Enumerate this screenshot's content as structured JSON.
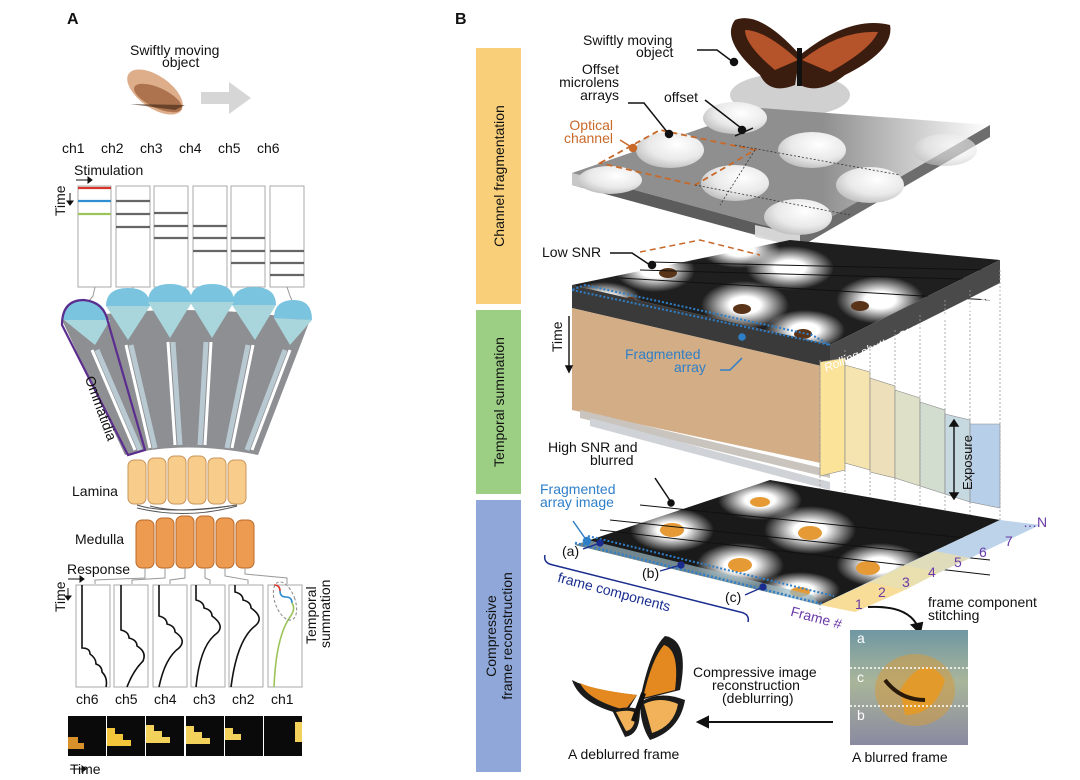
{
  "panel_a": {
    "letter": "A",
    "object_label_line1": "Swiftly moving",
    "object_label_line2": "object",
    "channels": [
      "ch1",
      "ch2",
      "ch3",
      "ch4",
      "ch5",
      "ch6"
    ],
    "channels_reversed": [
      "ch6",
      "ch5",
      "ch4",
      "ch3",
      "ch2",
      "ch1"
    ],
    "stimulation_label": "Stimulation",
    "time_label": "Time",
    "ommatidia_label": "Ommatidia",
    "lamina_label": "Lamina",
    "medulla_label": "Medulla",
    "response_label": "Response",
    "temporal_summation_line1": "Temporal",
    "temporal_summation_line2": "summation",
    "bottom_time_label": "Time",
    "stim_colors": [
      "#d9342b",
      "#2f8fd0",
      "#9cc45a"
    ],
    "ommatidia_color": "#5b2d8e"
  },
  "panel_b": {
    "letter": "B",
    "stages": [
      {
        "label": "Channel fragmentation",
        "color": "#f9cf7a"
      },
      {
        "label": "Temporal summation",
        "color": "#9ccf84"
      },
      {
        "label_line1": "Compressive",
        "label_line2": "frame reconstruction",
        "color": "#8fa8d9"
      }
    ],
    "object_label_line1": "Swiftly moving",
    "object_label_line2": "object",
    "microlens_line1": "Offset",
    "microlens_line2": "microlens",
    "microlens_line3": "arrays",
    "offset_label": "offset",
    "optical_channel_line1": "Optical",
    "optical_channel_line2": "channel",
    "low_snr_label": "Low SNR",
    "time_label": "Time",
    "fragmented_array_line1": "Fragmented",
    "fragmented_array_line2": "array",
    "sensor_label": "Rolling shutter CMOS image sensor",
    "exposure_label": "Exposure",
    "high_snr_line1": "High SNR and",
    "high_snr_line2": "blurred",
    "fragmented_image_line1": "Fragmented",
    "fragmented_image_line2": "array image",
    "components": [
      "(a)",
      "(b)",
      "(c)"
    ],
    "frame_components_label": "frame components",
    "frame_hash_label": "Frame #",
    "frame_numbers": [
      "1",
      "2",
      "3",
      "4",
      "5",
      "6",
      "7"
    ],
    "frame_n_label": "N",
    "stitching_line1": "frame component",
    "stitching_line2": "stitching",
    "blurred_rows": [
      "a",
      "c",
      "b"
    ],
    "reconstruction_line1": "Compressive image",
    "reconstruction_line2": "reconstruction",
    "reconstruction_line3": "(deblurring)",
    "deblurred_label": "A deblurred frame",
    "blurred_label": "A blurred frame",
    "optical_color": "#c8692a",
    "fragment_color": "#2f7fc8",
    "frame_num_color": "#6a3aa8"
  }
}
